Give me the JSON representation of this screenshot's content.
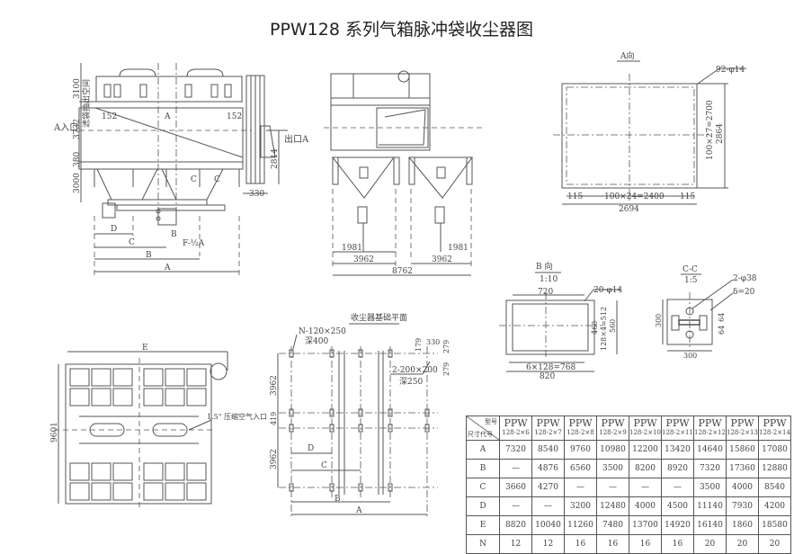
{
  "title": "PPW128 系列气箱脉冲袋收尘器图",
  "front_view": {
    "labels": {
      "bag_space": "滤袋抽出空间",
      "inlet": "A入口",
      "outlet": "出口A",
      "dim_3100": "3100",
      "dim_3732": "3732",
      "dim_380": "380",
      "dim_3000": "3000",
      "dim_152_left": "152",
      "dim_152_right": "152",
      "dim_A_top": "A",
      "dim_2814": "2814",
      "dim_330": "330",
      "section_c1": "C",
      "section_c2": "C",
      "dim_D": "D",
      "dim_C": "C",
      "dim_B_small": "B",
      "dim_F": "F-½A",
      "dim_B": "B",
      "dim_A": "A"
    }
  },
  "side_view": {
    "labels": {
      "dim_1981_left": "1981",
      "dim_1981_right": "1981",
      "dim_3962_left": "3962",
      "dim_3962_right": "3962",
      "dim_8762": "8762"
    }
  },
  "view_a": {
    "title": "A向",
    "holes": "92-φ14",
    "dim_2700": "100×27=2700",
    "dim_2864": "2864",
    "dim_115_left": "115",
    "dim_2400": "100×24=2400",
    "dim_115_right": "115",
    "dim_2694": "2694"
  },
  "view_b": {
    "title": "B 向",
    "scale": "1:10",
    "dim_720": "720",
    "holes": "20-φ14",
    "dim_460": "460",
    "dim_512": "128×4=512",
    "dim_560": "560",
    "dim_768": "6×128=768",
    "dim_820": "820"
  },
  "section_cc": {
    "title": "C-C",
    "scale": "1:5",
    "holes": "2-φ38",
    "thickness": "δ=20",
    "dim_64a": "64",
    "dim_64b": "64",
    "dim_300_v": "300",
    "dim_300_h": "300"
  },
  "plan_view": {
    "dim_E": "E",
    "dim_9601": "9601",
    "air_inlet": "1.5\" 压缩空气入口"
  },
  "foundation": {
    "title": "收尘器基础平面",
    "pit_spec": "N-120×250",
    "pit_depth": "深400",
    "pit2_spec": "2-200×200",
    "pit2_depth": "深250",
    "dim_179": "179",
    "dim_330": "330",
    "dim_279a": "279",
    "dim_279b": "279",
    "dim_3962_top": "3962",
    "dim_419": "419",
    "dim_3962_bottom": "3962",
    "dim_D": "D",
    "dim_C": "C",
    "dim_B": "B",
    "dim_A": "A"
  },
  "spec_table": {
    "corner_top": "型号",
    "corner_bottom": "尺寸代号",
    "models": [
      {
        "line1": "PPW",
        "line2": "128-2×6"
      },
      {
        "line1": "PPW",
        "line2": "128-2×7"
      },
      {
        "line1": "PPW",
        "line2": "128-2×8"
      },
      {
        "line1": "PPW",
        "line2": "128-2×9"
      },
      {
        "line1": "PPW",
        "line2": "128-2×10"
      },
      {
        "line1": "PPW",
        "line2": "128-2×11"
      },
      {
        "line1": "PPW",
        "line2": "128-2×12"
      },
      {
        "line1": "PPW",
        "line2": "128-2×13"
      },
      {
        "line1": "PPW",
        "line2": "128-2×14"
      }
    ],
    "rows": [
      {
        "code": "A",
        "values": [
          "7320",
          "8540",
          "9760",
          "10980",
          "12200",
          "13420",
          "14640",
          "15860",
          "17080"
        ]
      },
      {
        "code": "B",
        "values": [
          "—",
          "4876",
          "6560",
          "3500",
          "8200",
          "8920",
          "7320",
          "17360",
          "12880"
        ]
      },
      {
        "code": "C",
        "values": [
          "3660",
          "4270",
          "—",
          "—",
          "—",
          "—",
          "3500",
          "4000",
          "8540"
        ]
      },
      {
        "code": "D",
        "values": [
          "—",
          "—",
          "3200",
          "12480",
          "4000",
          "4500",
          "11140",
          "7930",
          "4200"
        ]
      },
      {
        "code": "E",
        "values": [
          "8820",
          "10040",
          "11260",
          "7480",
          "13700",
          "14920",
          "16140",
          "1860",
          "18580"
        ]
      },
      {
        "code": "N",
        "values": [
          "12",
          "12",
          "16",
          "16",
          "16",
          "16",
          "20",
          "20",
          "20"
        ]
      }
    ]
  }
}
